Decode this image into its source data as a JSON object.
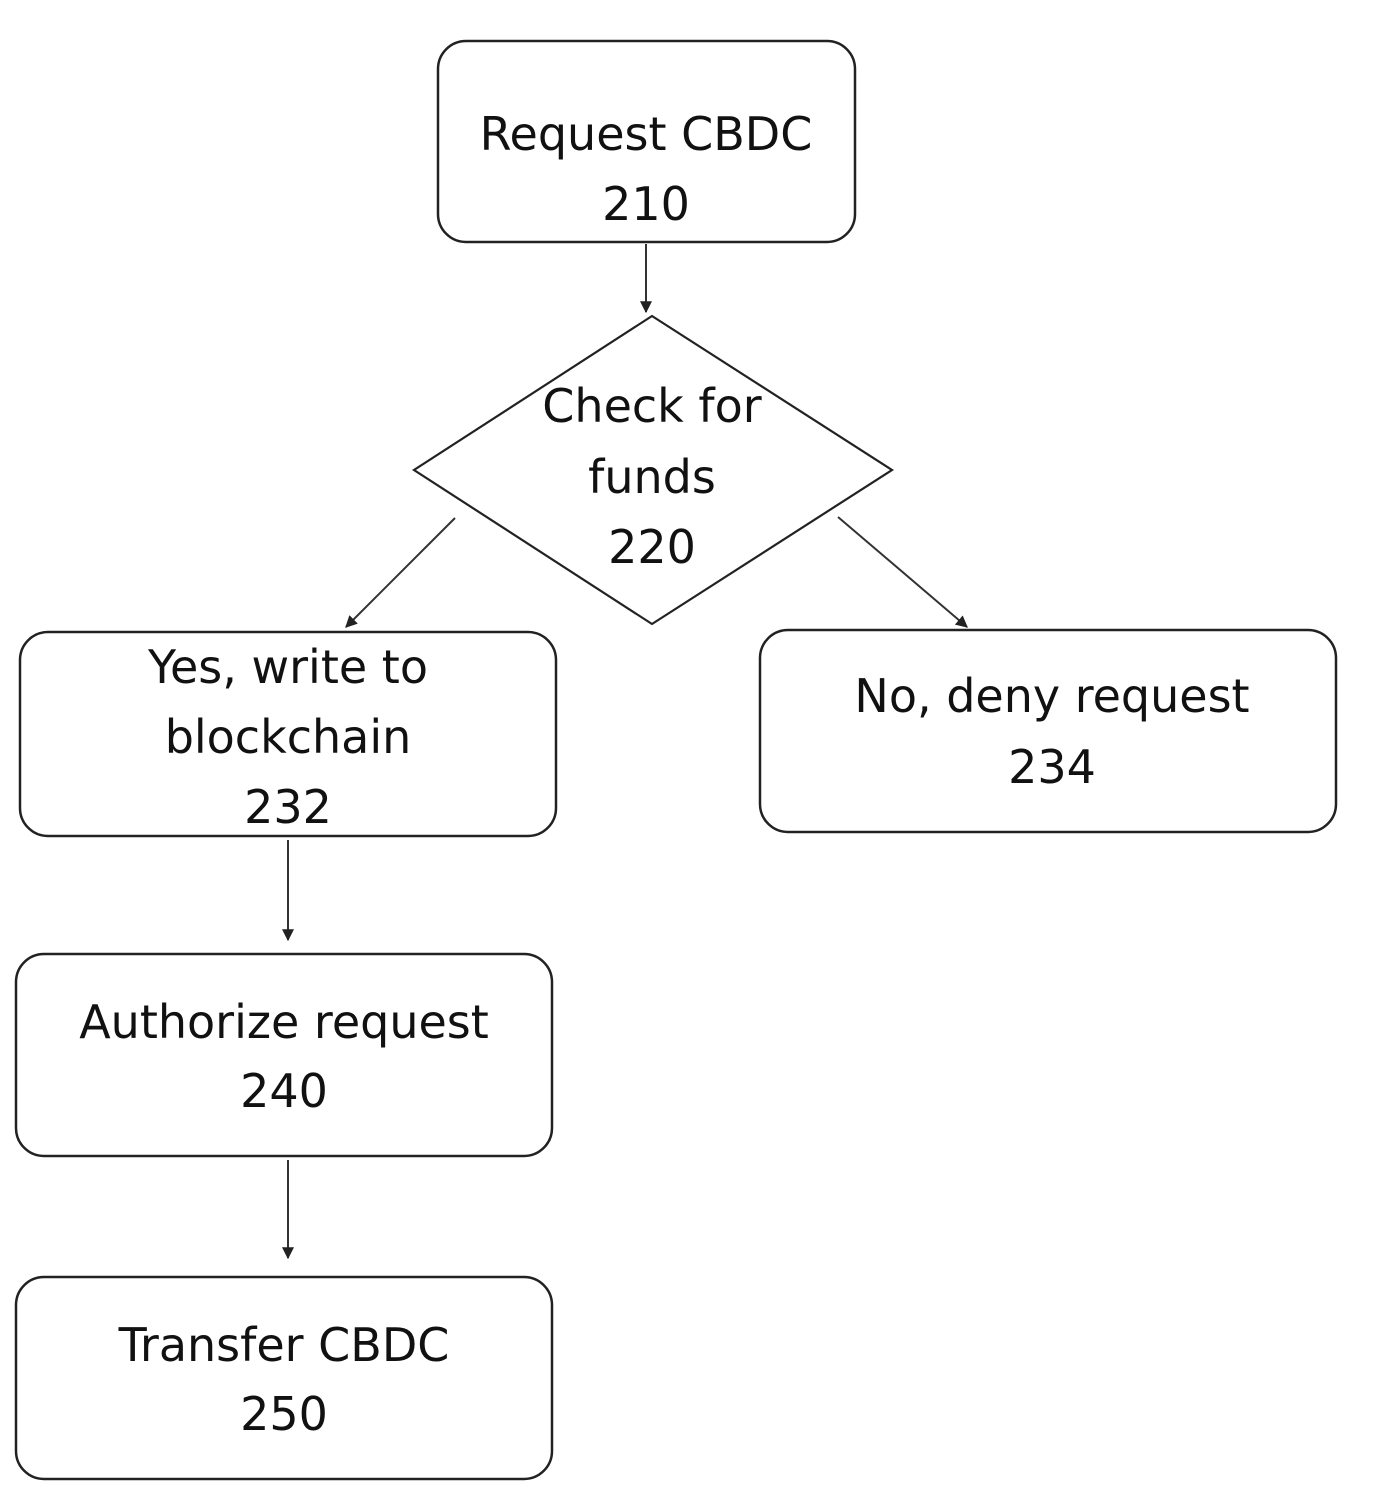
{
  "nodes": {
    "n210": {
      "shape": "rounded-rect",
      "lines": [
        "Request CBDC",
        "210"
      ]
    },
    "n220": {
      "shape": "diamond",
      "lines": [
        "Check for",
        "funds",
        "220"
      ]
    },
    "n232": {
      "shape": "rounded-rect",
      "lines": [
        "Yes, write to",
        "blockchain",
        "232"
      ]
    },
    "n234": {
      "shape": "rounded-rect",
      "lines": [
        "No, deny request",
        "234"
      ]
    },
    "n240": {
      "shape": "rounded-rect",
      "lines": [
        "Authorize request",
        "240"
      ]
    },
    "n250": {
      "shape": "rounded-rect",
      "lines": [
        "Transfer CBDC",
        "250"
      ]
    }
  },
  "edges": [
    {
      "from": "n210",
      "to": "n220"
    },
    {
      "from": "n220",
      "to": "n232"
    },
    {
      "from": "n220",
      "to": "n234"
    },
    {
      "from": "n232",
      "to": "n240"
    },
    {
      "from": "n240",
      "to": "n250"
    }
  ],
  "colors": {
    "stroke": "#222222",
    "text": "#111111",
    "background": "#ffffff"
  }
}
